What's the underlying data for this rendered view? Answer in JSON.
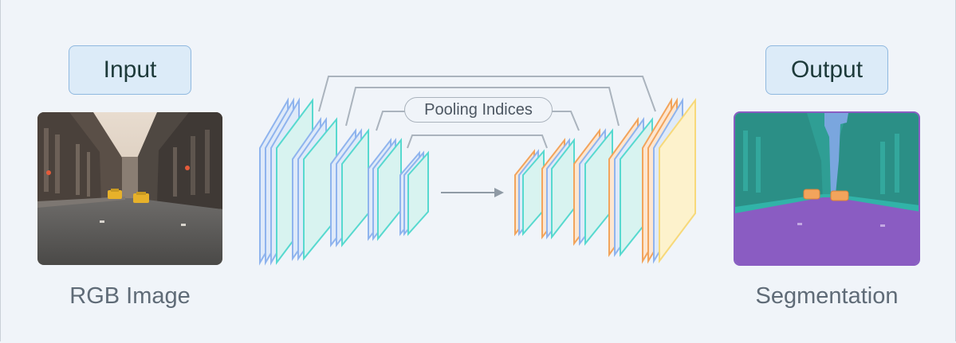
{
  "input": {
    "label": "Input",
    "caption": "RGB Image"
  },
  "output": {
    "label": "Output",
    "caption": "Segmentation"
  },
  "pooling_label": "Pooling Indices",
  "colors": {
    "blue": "#8fb4ee",
    "teal": "#57d9cf",
    "orange": "#f2a45c",
    "yellow": "#f7d97a",
    "line": "#aab3bd",
    "arrow": "#8f9aa5",
    "seg_sky": "#7aa6de",
    "seg_building": "#2f9e94",
    "seg_road": "#8a5cc2",
    "seg_car": "#f2a45c"
  },
  "icons": [
    "city-street-photo",
    "segmentation-map",
    "arrow-right-icon"
  ]
}
